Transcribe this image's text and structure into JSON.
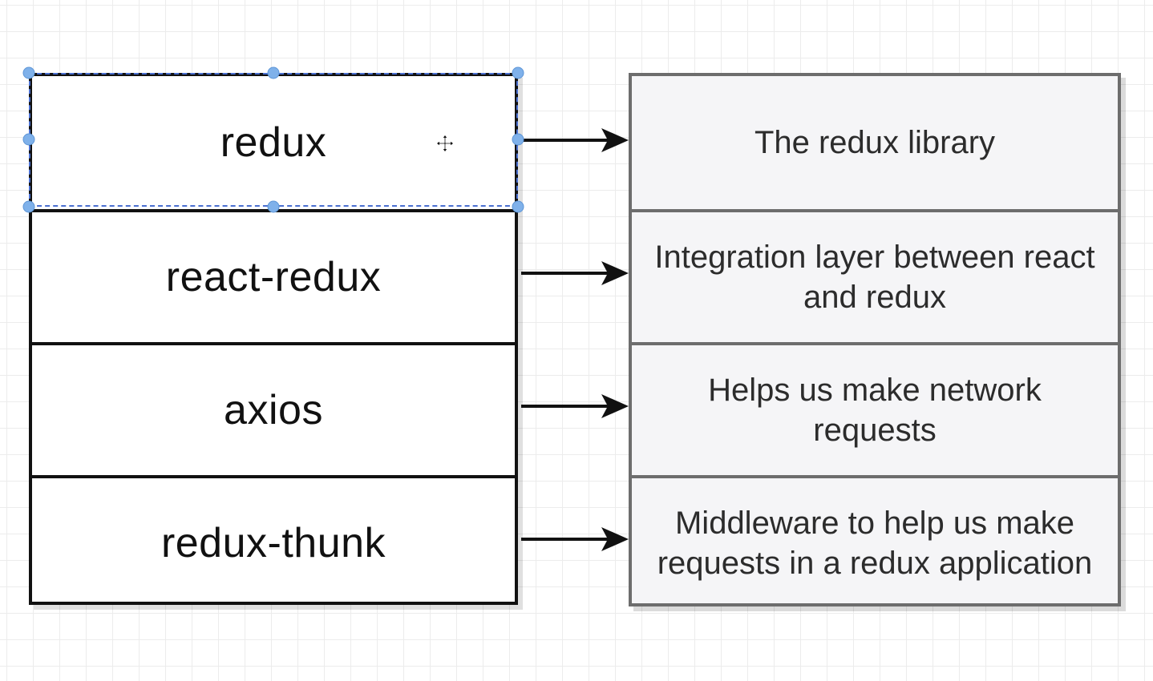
{
  "packages": [
    {
      "label": "redux",
      "description": "The redux library"
    },
    {
      "label": "react-redux",
      "description": "Integration layer between react and redux"
    },
    {
      "label": "axios",
      "description": "Helps us make network requests"
    },
    {
      "label": "redux-thunk",
      "description": "Middleware to help us make requests in a redux application"
    }
  ],
  "selected_item": "redux",
  "colors": {
    "package_border": "#111111",
    "description_border": "#6d6d6d",
    "description_fill": "#f5f5f7",
    "selection_handle": "#7fb1ea",
    "arrow": "#111111"
  }
}
